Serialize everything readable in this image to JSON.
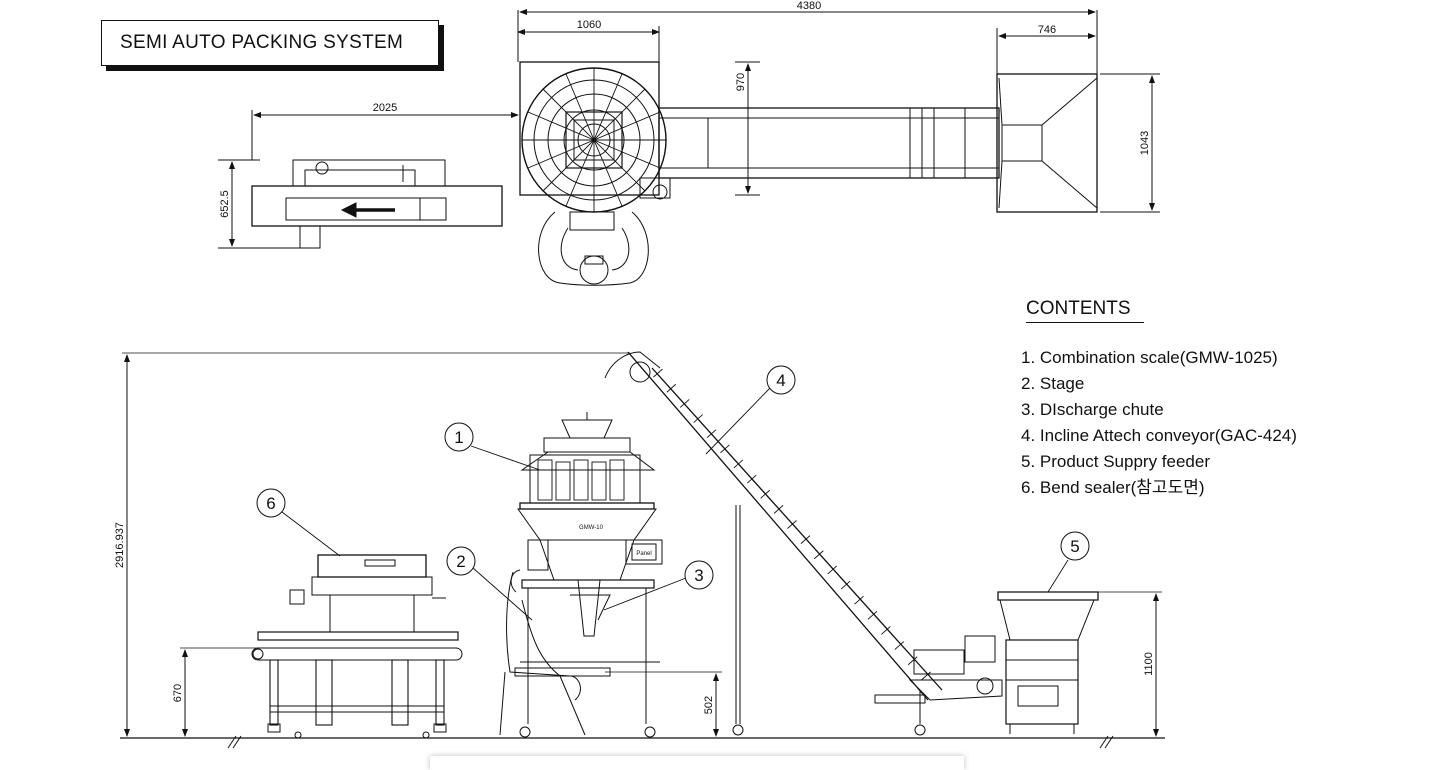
{
  "title": "SEMI AUTO PACKING SYSTEM",
  "contents": {
    "heading": "CONTENTS",
    "items": [
      "1. Combination scale(GMW-1025)",
      "2. Stage",
      "3. DIscharge chute",
      "4. Incline Attech conveyor(GAC-424)",
      "5. Product Suppry feeder",
      "6. Bend sealer(참고도면)"
    ]
  },
  "dimensions": {
    "overall_length": "4380",
    "scale_width": "1060",
    "scale_depth": "970",
    "feeder_width": "746",
    "feeder_depth": "1043",
    "conveyor_offset": "2025",
    "sealer_depth": "652.5",
    "total_height": "2916.937",
    "sealer_height": "670",
    "stage_height": "502",
    "feeder_height": "1100"
  },
  "callouts": [
    "1",
    "2",
    "3",
    "4",
    "5",
    "6"
  ],
  "labels": {
    "model_plate": "GMW-10",
    "panel": "Panel"
  }
}
